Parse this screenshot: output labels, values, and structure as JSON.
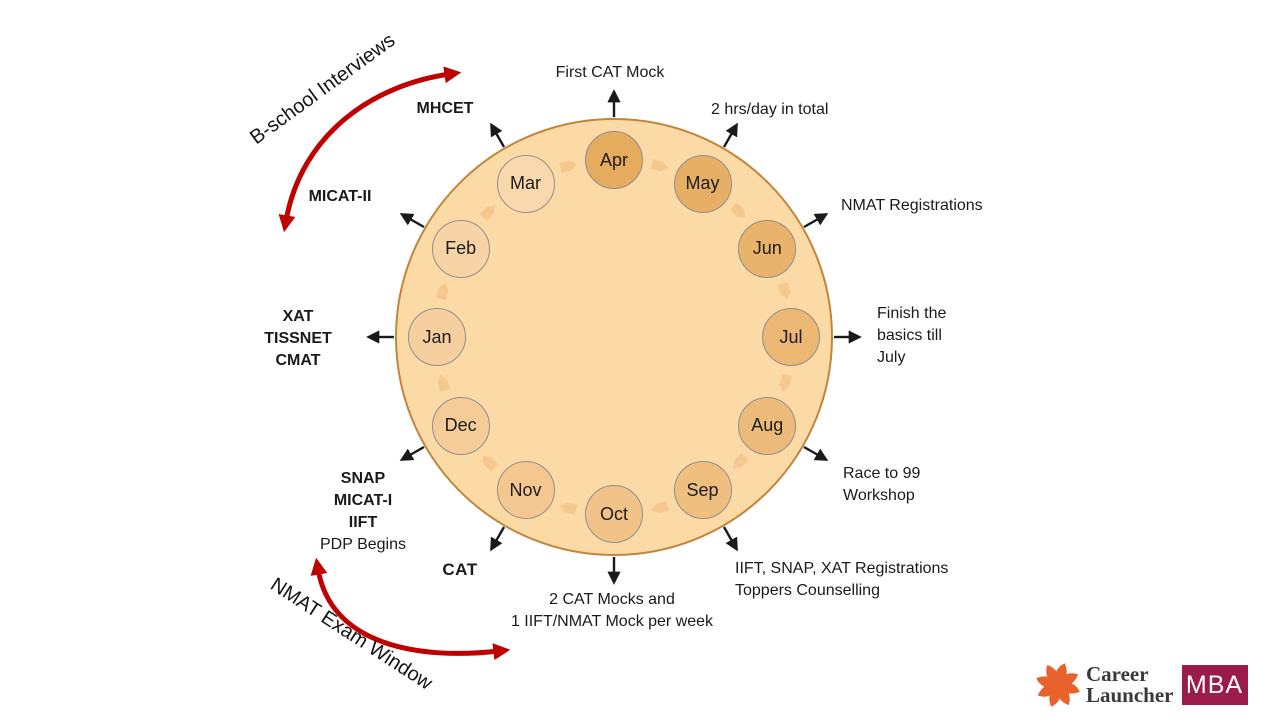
{
  "wheel": {
    "fill": "#FBDAA5",
    "border": "#C2853D",
    "chevron_color": "#F5C88E",
    "months": [
      {
        "label": "Apr",
        "color": "#E5AB5E"
      },
      {
        "label": "May",
        "color": "#E7AF65"
      },
      {
        "label": "Jun",
        "color": "#E9B36B"
      },
      {
        "label": "Jul",
        "color": "#EBB772"
      },
      {
        "label": "Aug",
        "color": "#EDBB79"
      },
      {
        "label": "Sep",
        "color": "#EFBF80"
      },
      {
        "label": "Oct",
        "color": "#F1C388"
      },
      {
        "label": "Nov",
        "color": "#F3C78F"
      },
      {
        "label": "Dec",
        "color": "#F5CB97"
      },
      {
        "label": "Jan",
        "color": "#F6CF9E"
      },
      {
        "label": "Feb",
        "color": "#F8D3A6"
      },
      {
        "label": "Mar",
        "color": "#FAD8AD"
      }
    ]
  },
  "colors": {
    "arrow_black": "#1A1A1A"
  },
  "callouts": {
    "apr": {
      "lines": [
        "First CAT Mock"
      ]
    },
    "may": {
      "lines": [
        "2 hrs/day in total"
      ]
    },
    "jun": {
      "lines": [
        "NMAT Registrations"
      ]
    },
    "jul": {
      "lines": [
        "Finish the",
        "basics till",
        "July"
      ]
    },
    "aug": {
      "lines": [
        "Race to 99",
        "Workshop"
      ]
    },
    "sep": {
      "lines": [
        "IIFT, SNAP, XAT Registrations",
        "Toppers Counselling"
      ]
    },
    "oct": {
      "lines": [
        "2 CAT Mocks and",
        "1 IIFT/NMAT Mock per week"
      ]
    },
    "nov": {
      "lines": [
        "CAT"
      ]
    },
    "dec": {
      "bold_lines": [
        "SNAP",
        "MICAT-I",
        "IIFT"
      ],
      "regular_line": "PDP Begins"
    },
    "jan": {
      "lines": [
        "XAT",
        "TISSNET",
        "CMAT"
      ]
    },
    "feb": {
      "lines": [
        "MICAT-II"
      ]
    },
    "mar": {
      "lines": [
        "MHCET"
      ]
    }
  },
  "arcs": {
    "color": "#C00000",
    "top_label": "B-school Interviews",
    "bottom_label": "NMAT Exam Window"
  },
  "brand": {
    "name_line1": "Career",
    "name_line2": "Launcher",
    "badge": "MBA",
    "badge_bg": "#9B1C4B",
    "icon_color": "#E8632C"
  }
}
